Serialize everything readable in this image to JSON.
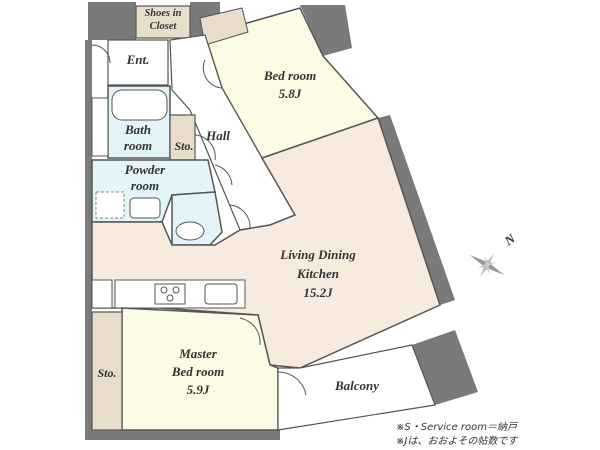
{
  "rooms": {
    "shoes_in_closet": "Shoes in Closet",
    "entrance": "Ent.",
    "bedroom_name": "Bed room",
    "bedroom_size": "5.8J",
    "bath": "Bath room",
    "storage_hall": "Sto.",
    "hall": "Hall",
    "powder": "Powder room",
    "ldk_name": "Living Dining Kitchen",
    "ldk_size": "15.2J",
    "master_name": "Master Bed room",
    "master_size": "5.9J",
    "storage_master": "Sto.",
    "balcony": "Balcony"
  },
  "compass": {
    "label": "N"
  },
  "notes": [
    "※S・Service room＝納戸",
    "※Jは、おおよその帖数です"
  ],
  "colors": {
    "wall": "#7a7a7a",
    "floor_wood": "#f7ebe0",
    "bedroom": "#fbfbe6",
    "wet_area": "#e3f5f8",
    "storage": "#e8dccb",
    "balcony": "#ffffff"
  }
}
